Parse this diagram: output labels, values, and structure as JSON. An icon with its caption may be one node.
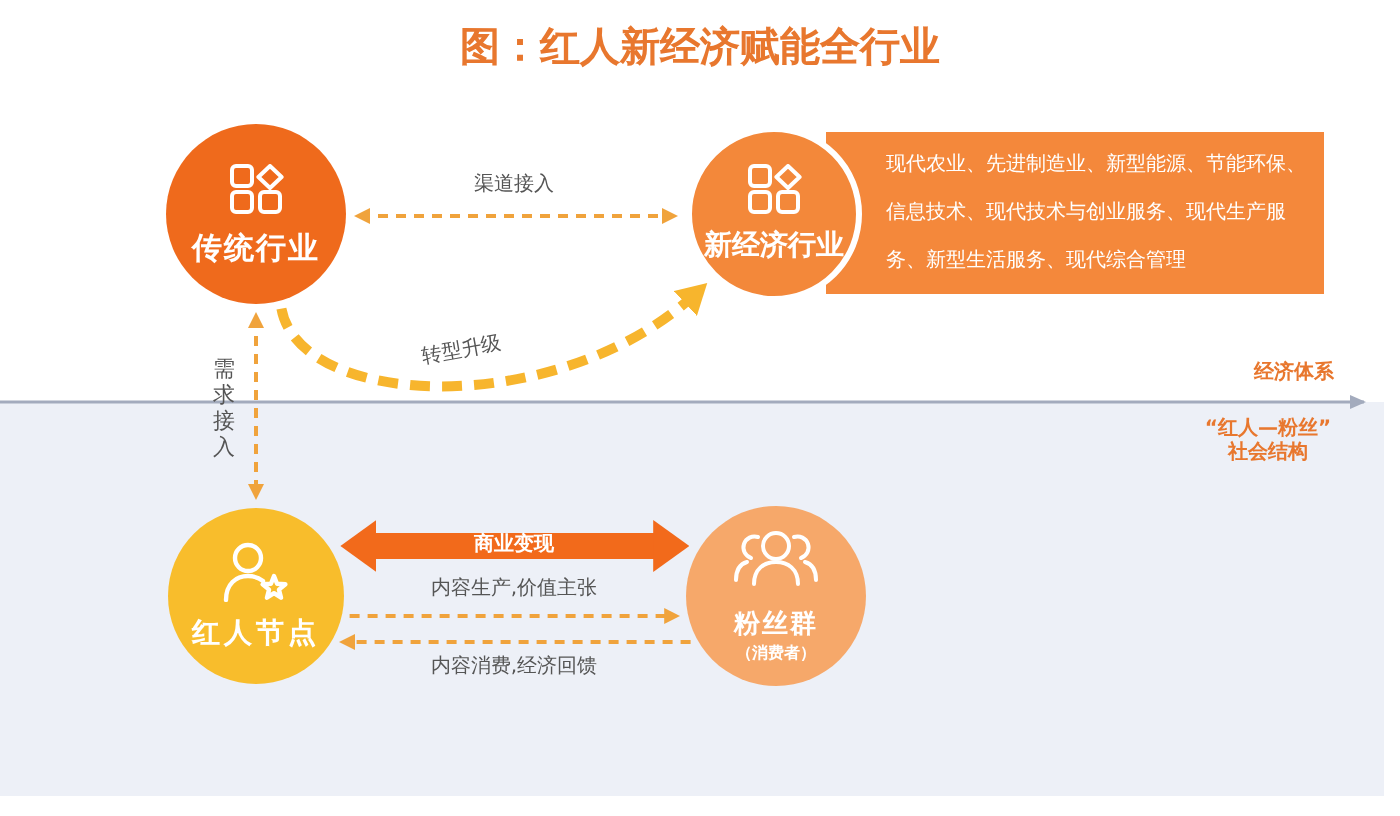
{
  "diagram": {
    "title": "图：红人新经济赋能全行业",
    "nodes": [
      {
        "text": [
          "传统行业"
        ]
      },
      {
        "text": [
          "新经济行业"
        ]
      },
      {
        "text": [
          "现代农业、先进制造业、新型能源、节能环保、信息技术、现代技术与创业服务、现代生产服务、新型生活服务、现代综合管理"
        ]
      },
      {
        "text": [
          "“红人—粉丝”社会结构"
        ]
      },
      {
        "text": [
          "红人节点"
        ],
        "in": 3
      },
      {
        "text": [
          "粉丝群",
          "（消费者）"
        ],
        "in": 3
      }
    ],
    "edges": [
      {
        "from": 0,
        "to": 1,
        "arrow": "both",
        "label": "渠道接入",
        "style": "dashed"
      },
      {
        "from": 0,
        "to": 1,
        "arrow": "to",
        "label": "转型升级",
        "style": "dashed",
        "color": "#f7b52d"
      },
      {
        "from": 0,
        "to": 4,
        "arrow": "both",
        "label": "需求接入",
        "style": "dashed"
      },
      {
        "from": 4,
        "to": 5,
        "arrow": "both",
        "label": "商业变现",
        "style": "thick",
        "color": "#f26a1b"
      },
      {
        "from": 4,
        "to": 5,
        "arrow": "to",
        "label": "内容生产,价值主张",
        "style": "dashed"
      },
      {
        "from": 5,
        "to": 4,
        "arrow": "to",
        "label": "内容消费,经济回馈",
        "style": "dashed"
      }
    ],
    "labels": [
      "经济体系"
    ]
  }
}
